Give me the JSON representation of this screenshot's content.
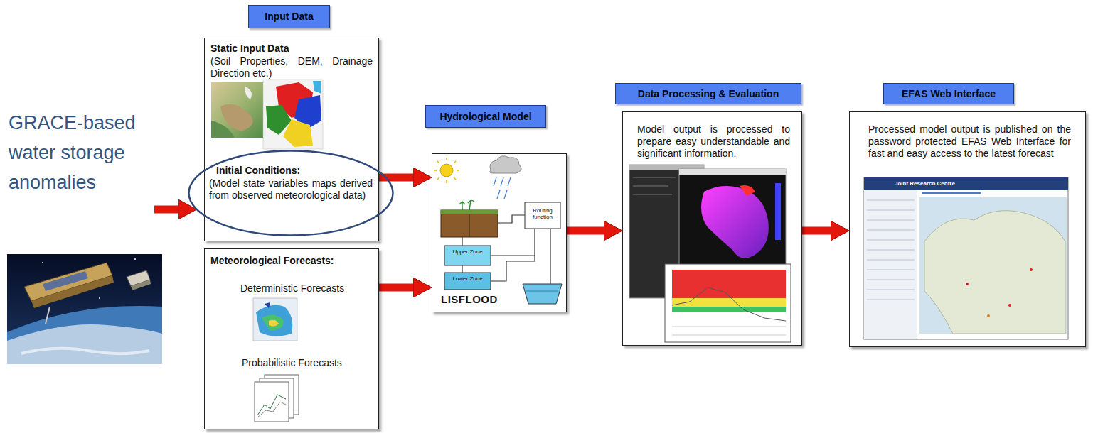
{
  "diagram": {
    "nodes": [
      {
        "text": [
          "GRACE-based water storage anomalies"
        ]
      },
      {
        "text": [
          "Input Data"
        ]
      },
      {
        "text": [
          "Static Input Data",
          "(Soil Properties, DEM, Drainage Direction etc.)"
        ]
      },
      {
        "text": [
          "Initial Conditions:",
          "(Model state variables maps derived from observed meteorological data)"
        ],
        "in": 2
      },
      {
        "text": [
          "Meteorological Forecasts:",
          "Deterministic Forecasts",
          "Probabilistic Forecasts"
        ]
      },
      {
        "text": [
          "Hydrological Model"
        ]
      },
      {
        "text": [
          "LISFLOOD"
        ]
      },
      {
        "text": [
          "Data Processing & Evaluation"
        ]
      },
      {
        "text": [
          "Model output is processed to prepare easy understandable and significant information."
        ]
      },
      {
        "text": [
          "EFAS Web Interface"
        ]
      },
      {
        "text": [
          "Processed model output is published on the password protected EFAS Web Interface for fast and easy access to the latest forecast"
        ]
      }
    ],
    "edges": [
      {
        "from": 0,
        "to": 3,
        "arrow": "to"
      },
      {
        "from": 2,
        "to": 6,
        "arrow": "to"
      },
      {
        "from": 4,
        "to": 6,
        "arrow": "to"
      },
      {
        "from": 6,
        "to": 8,
        "arrow": "to"
      },
      {
        "from": 8,
        "to": 10,
        "arrow": "to"
      }
    ],
    "labels": [
      "Upper Zone",
      "Lower Zone",
      "Routing function",
      "Joint Research Centre"
    ]
  }
}
